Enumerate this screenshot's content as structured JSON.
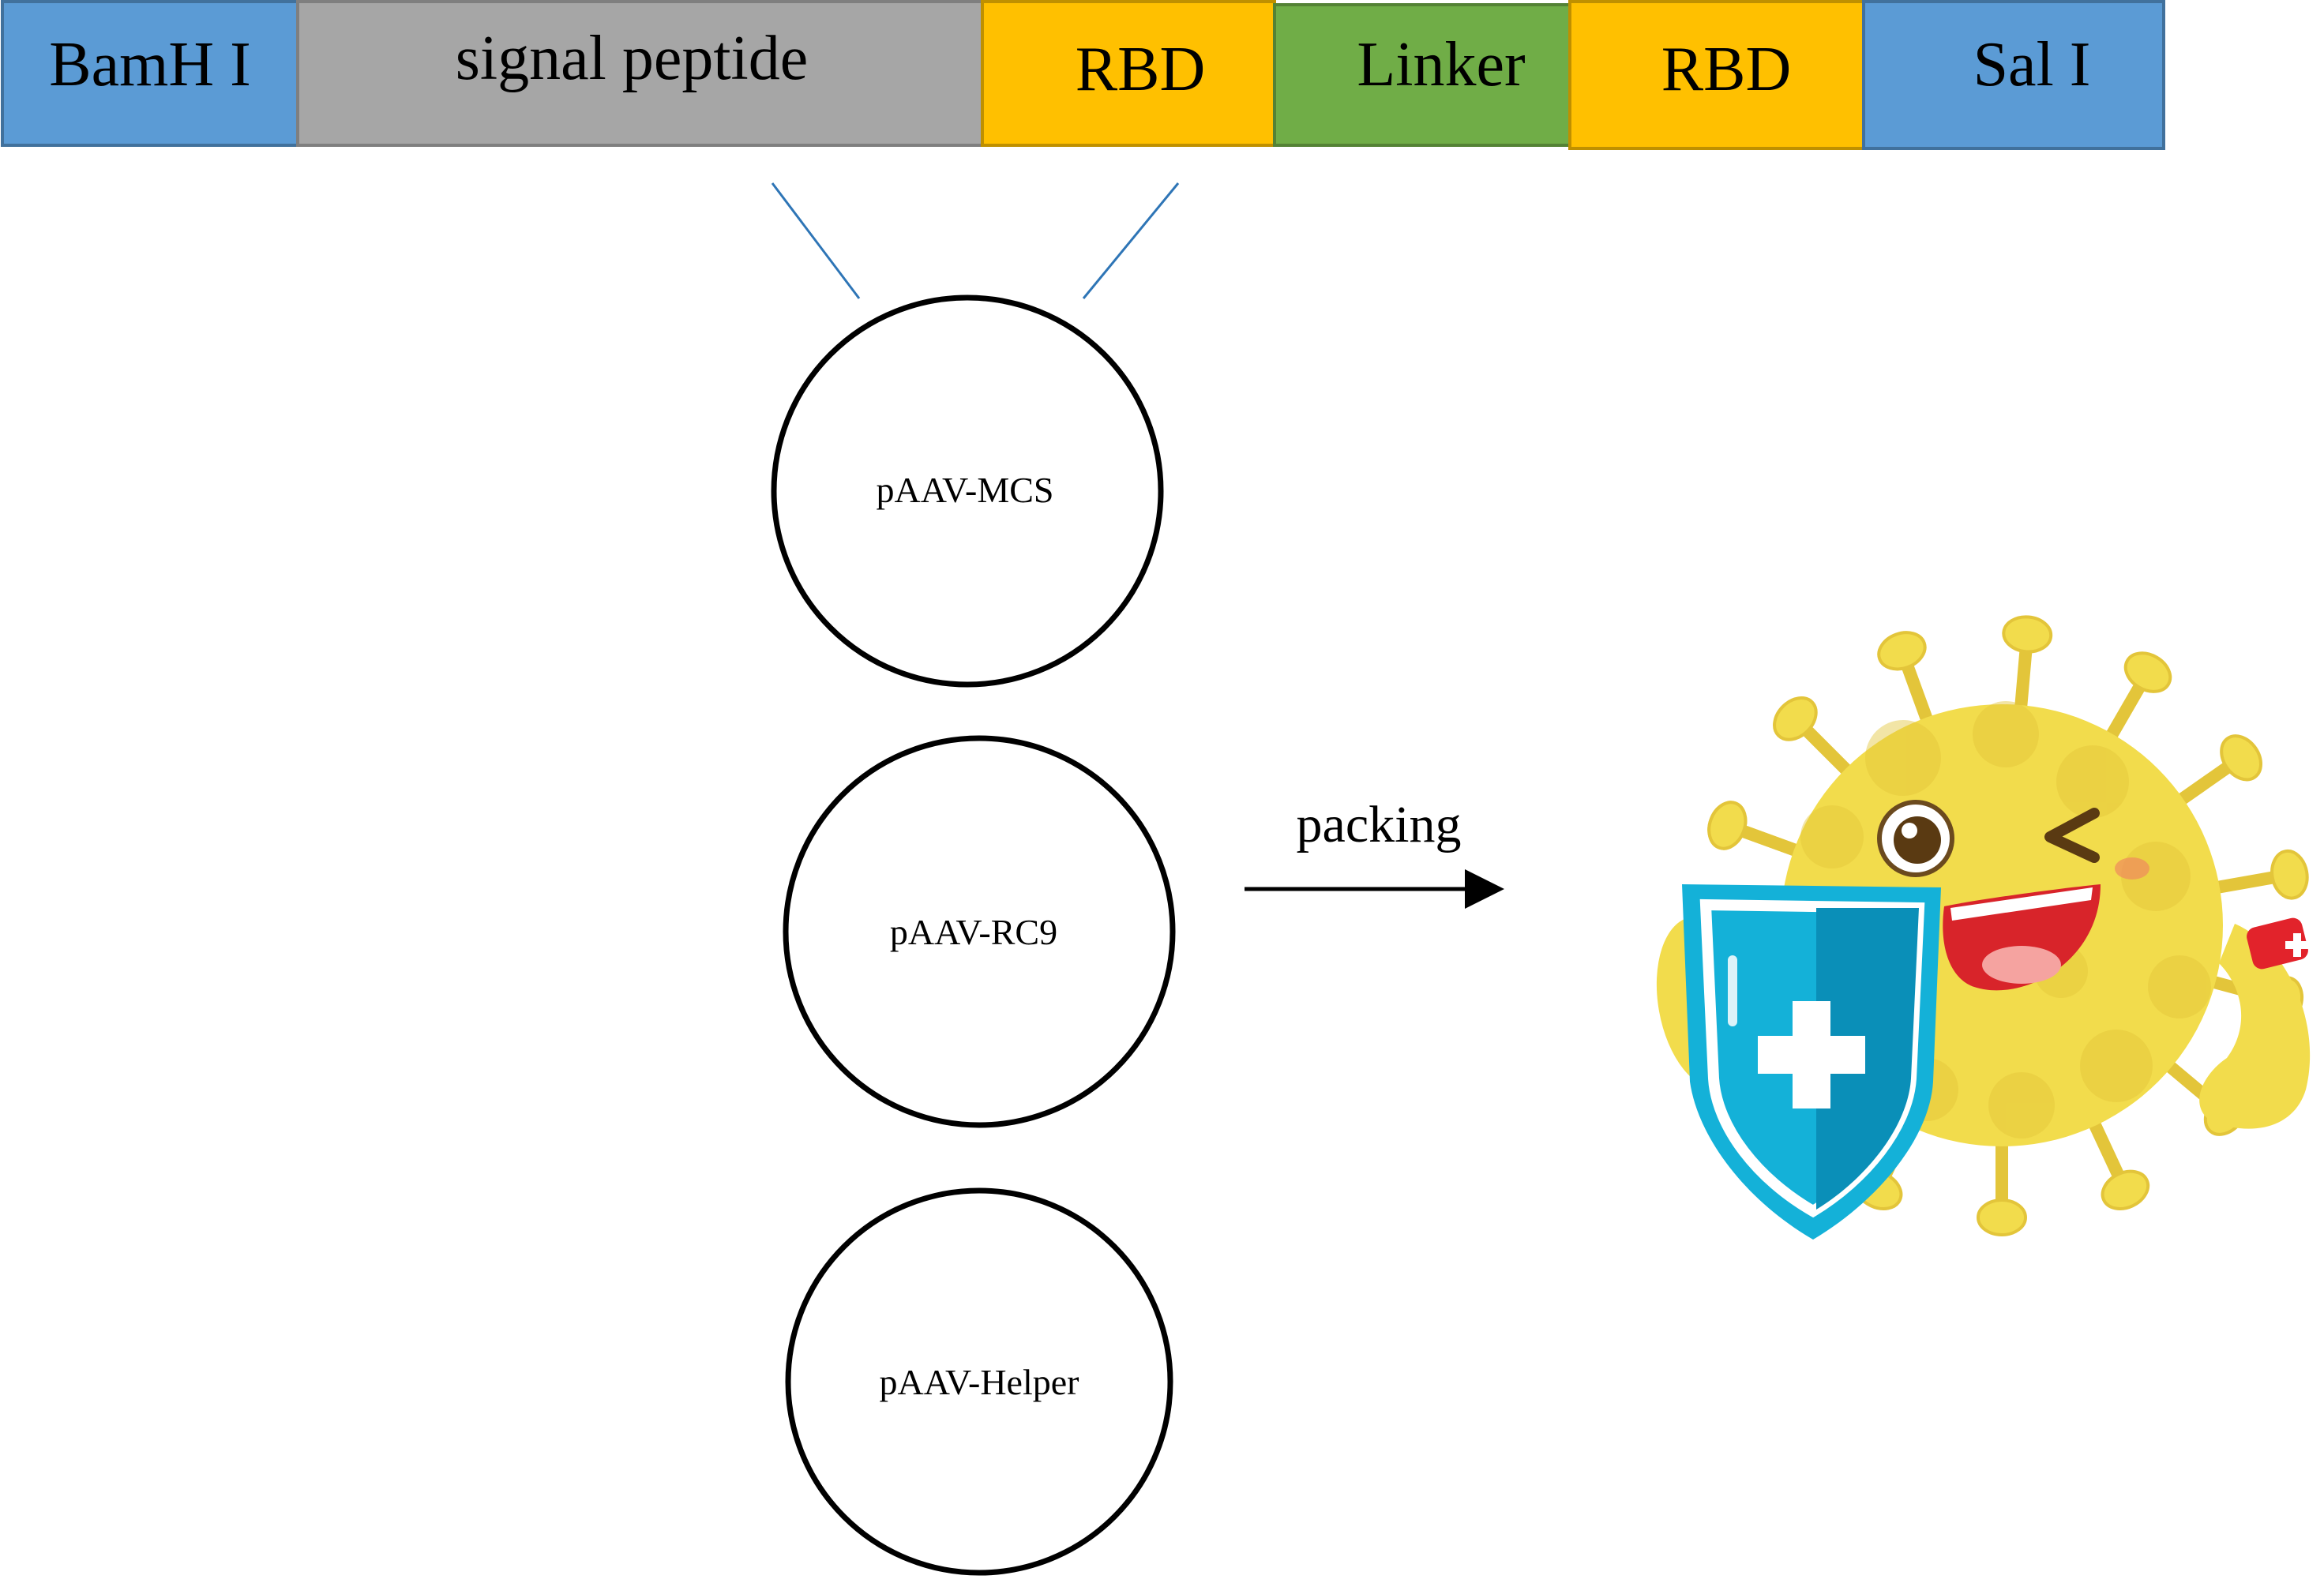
{
  "construct": {
    "segments": [
      {
        "label": "BamH I",
        "color": "#5b9bd5"
      },
      {
        "label": "signal peptide",
        "color": "#a6a6a6"
      },
      {
        "label": "RBD",
        "color": "#ffc000"
      },
      {
        "label": "Linker",
        "color": "#70ad47"
      },
      {
        "label": "RBD",
        "color": "#ffc000"
      },
      {
        "label": "Sal I",
        "color": "#5b9bd5"
      }
    ]
  },
  "plasmids": [
    {
      "label": "pAAV-MCS"
    },
    {
      "label": "pAAV-RC9"
    },
    {
      "label": "pAAV-Helper"
    }
  ],
  "arrow": {
    "label": "packing"
  },
  "illustration": {
    "subject": "cartoon virus with shield",
    "colors": {
      "virus": "#f2dc4c",
      "virus_dark": "#e3c53a",
      "shield": "#14b1d8",
      "shield_dark": "#0a8fb8",
      "mouth": "#d8242a",
      "armband": "#e2232b"
    }
  }
}
